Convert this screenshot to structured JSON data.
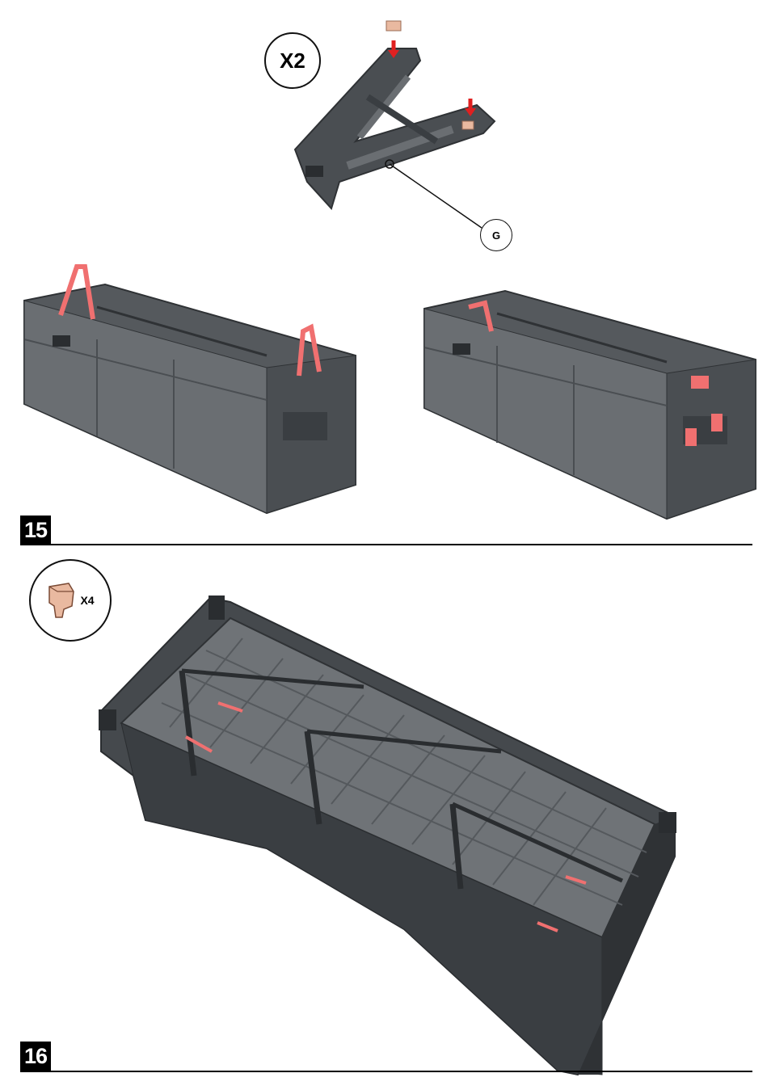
{
  "step_15": {
    "number": "15",
    "quantity_label": "X2",
    "part_label": "G"
  },
  "step_16": {
    "number": "16",
    "quantity_label": "X4"
  },
  "colors": {
    "frame": "#4a4e52",
    "frame_dark": "#2f3235",
    "frame_light": "#6a6e72",
    "highlight_red": "#f07070",
    "foot_pad": "#e9b9a0"
  },
  "icons": [
    "a-frame-leg",
    "foot-pad-cap",
    "planter-box"
  ]
}
